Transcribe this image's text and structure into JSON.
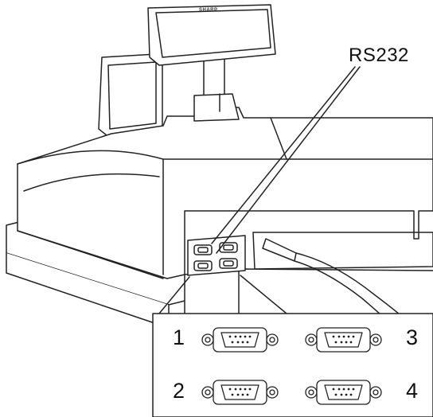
{
  "brand": "SHARP",
  "callout": {
    "label": "RS232"
  },
  "ports": [
    {
      "number": "1"
    },
    {
      "number": "2"
    },
    {
      "number": "3"
    },
    {
      "number": "4"
    }
  ]
}
